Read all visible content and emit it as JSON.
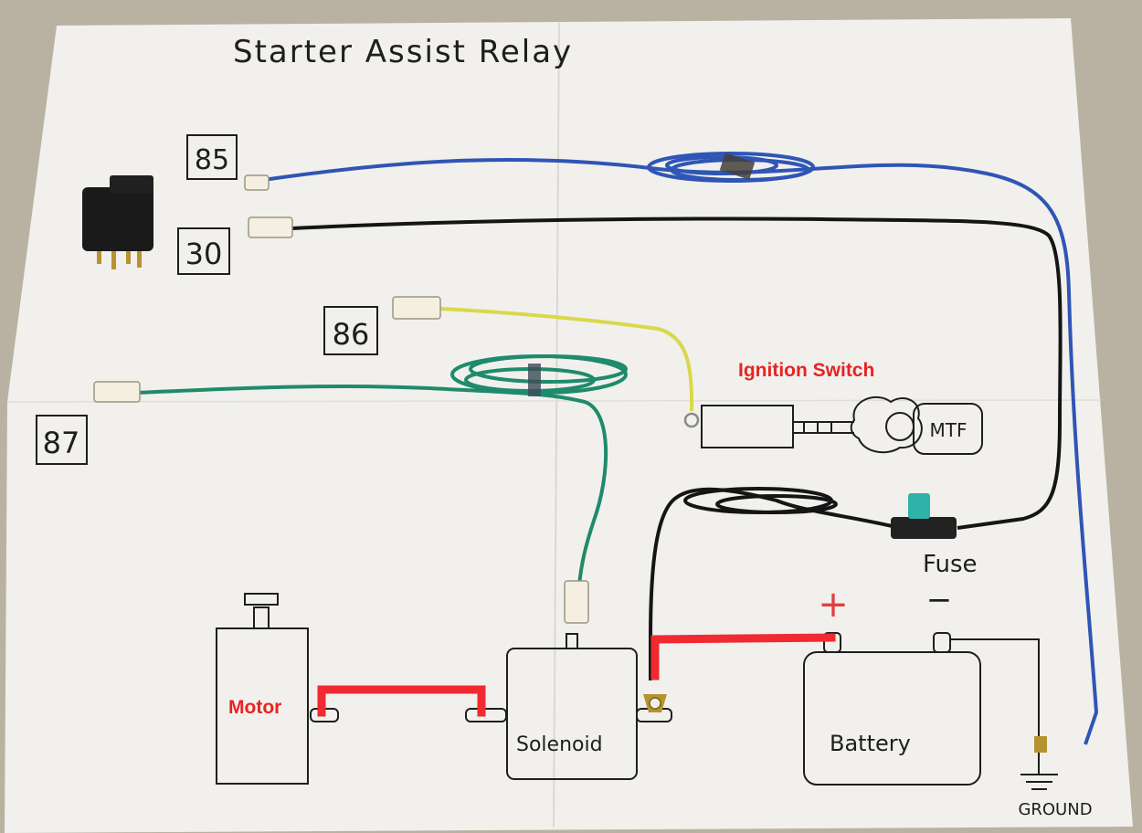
{
  "title": "Starter Assist Relay",
  "pins": {
    "p85": "85",
    "p30": "30",
    "p86": "86",
    "p87": "87"
  },
  "labels": {
    "ignition_switch": "Ignition Switch",
    "mtf": "MTF",
    "fuse": "Fuse",
    "plus": "+",
    "minus": "−",
    "motor": "Motor",
    "solenoid": "Solenoid",
    "battery": "Battery",
    "ground": "GROUND"
  },
  "colors": {
    "poster": "#f1f0ec",
    "ink": "#1e1e1e",
    "red_wire": "#f02a30",
    "blue_wire": "#2f55b5",
    "black_wire": "#151515",
    "yellow_wire": "#d9d84a",
    "green_wire": "#1f8a6c",
    "label_red": "#e62424"
  }
}
